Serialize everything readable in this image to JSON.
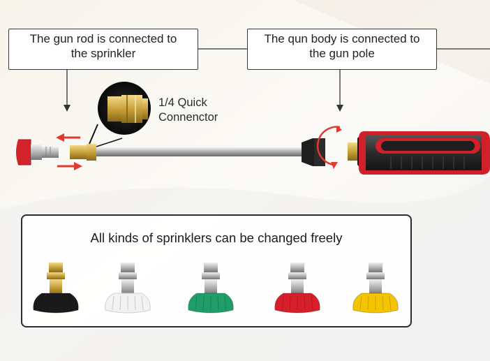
{
  "callouts": {
    "gun_rod": {
      "line1": "The gun rod is connected to",
      "line2": "the sprinkler"
    },
    "gun_body": {
      "line1": "The qun body is connected to",
      "line2": "the gun pole"
    }
  },
  "connector_label": {
    "line1": "1/4 Quick",
    "line2": "Connenctor"
  },
  "sprinkler_panel": {
    "title": "All kinds of sprinklers can be changed freely",
    "tip_colors": [
      "#1a1a1a",
      "#f2f2f2",
      "#1f9e6a",
      "#d61f2a",
      "#f5c400"
    ]
  },
  "colors": {
    "nozzle_red": "#d4222b",
    "arrow_red": "#e03a32",
    "brass": "#c9a23a",
    "grip_black": "#2a2a2a",
    "grip_red": "#d0202a"
  }
}
